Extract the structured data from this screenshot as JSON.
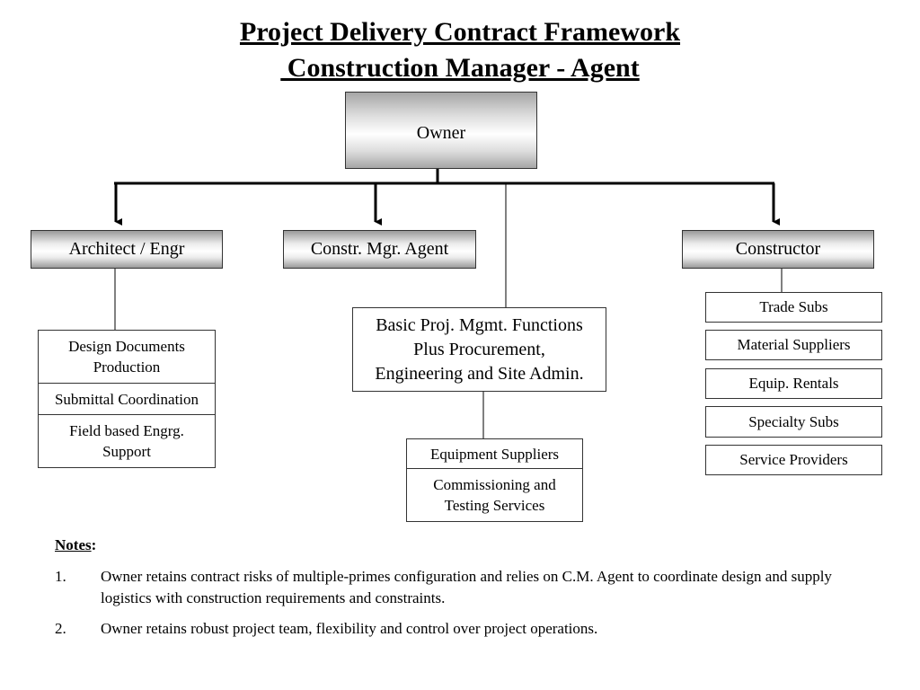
{
  "title": {
    "line1": "Project Delivery Contract Framework",
    "line2": " Construction Manager - Agent"
  },
  "owner": {
    "label": "Owner"
  },
  "level2": {
    "architect": "Architect / Engr",
    "cm_agent": "Constr. Mgr. Agent",
    "constructor": "Constructor"
  },
  "architect_tasks": [
    "Design Documents Production",
    "Submittal Coordination",
    "Field based Engrg. Support"
  ],
  "cm_functions": {
    "line1": "Basic Proj. Mgmt. Functions",
    "line2": "Plus Procurement,",
    "line3": "Engineering and Site Admin."
  },
  "cm_contracts": [
    "Equipment Suppliers",
    "Commissioning and Testing Services"
  ],
  "constructor_items": [
    "Trade Subs",
    "Material Suppliers",
    "Equip. Rentals",
    "Specialty Subs",
    "Service Providers"
  ],
  "notes": {
    "title": "Notes",
    "colon": ":",
    "items": [
      {
        "num": "1.",
        "text": "Owner retains contract risks of multiple-primes configuration and relies on C.M. Agent to coordinate design and supply logistics with construction requirements and constraints."
      },
      {
        "num": "2.",
        "text": "Owner retains robust project team, flexibility and control over project operations."
      }
    ]
  }
}
